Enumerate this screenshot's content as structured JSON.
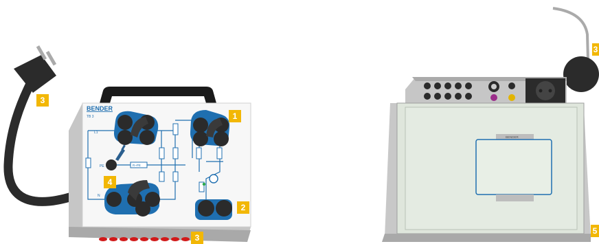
{
  "left_device": {
    "brand": "BENDER",
    "model": "TB 3",
    "labels": {
      "l1": "L1",
      "n": "N",
      "pe": "PE",
      "rpe": "R~PE"
    },
    "callouts": [
      "3",
      "1",
      "4",
      "2",
      "3"
    ]
  },
  "right_device": {
    "brand": "BENDER",
    "callouts": [
      "3",
      "5"
    ]
  },
  "colors": {
    "accent": "#f2b705",
    "circuit": "#1f6fb0",
    "jack_red": "#d11a1a"
  }
}
